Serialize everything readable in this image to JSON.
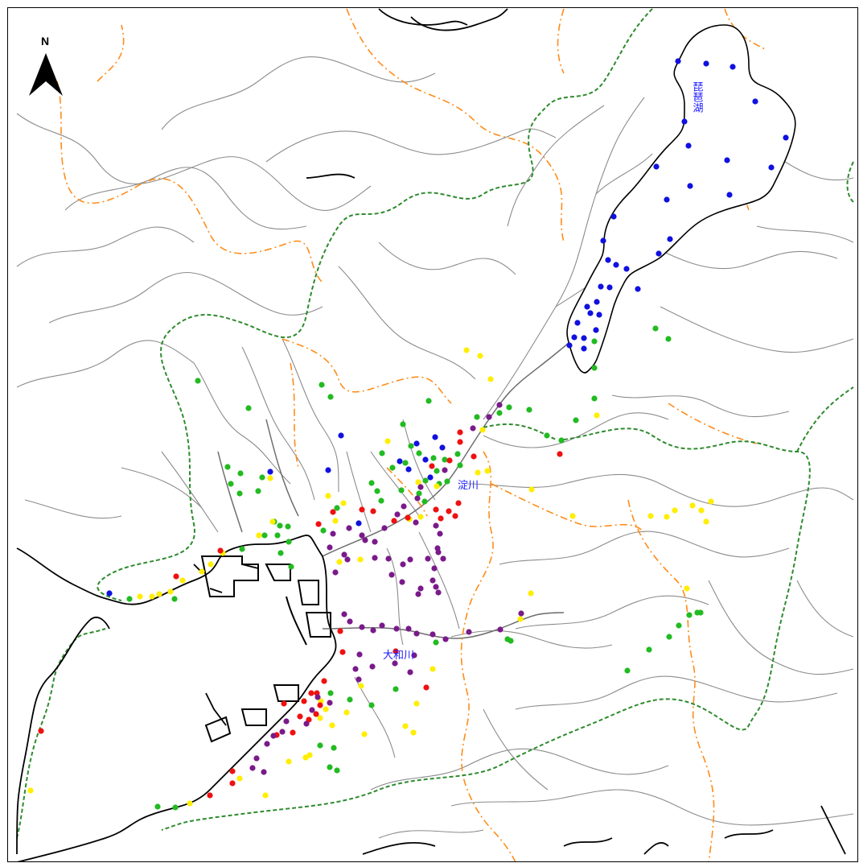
{
  "map": {
    "north_label": "N",
    "place_labels": {
      "biwako": "琵琶湖",
      "yodogawa": "淀川",
      "yamatogawa": "大和川"
    },
    "colors": {
      "coast": "#000000",
      "rivers": "#8c8c8c",
      "prefecture_boundary": "#2e8b2e",
      "municipal_boundary": "#ff8c1a",
      "marker_blue": "#1010e0",
      "marker_green": "#22bb22",
      "marker_yellow": "#ffee00",
      "marker_red": "#ee1111",
      "marker_purple": "#7a1a8a"
    }
  }
}
